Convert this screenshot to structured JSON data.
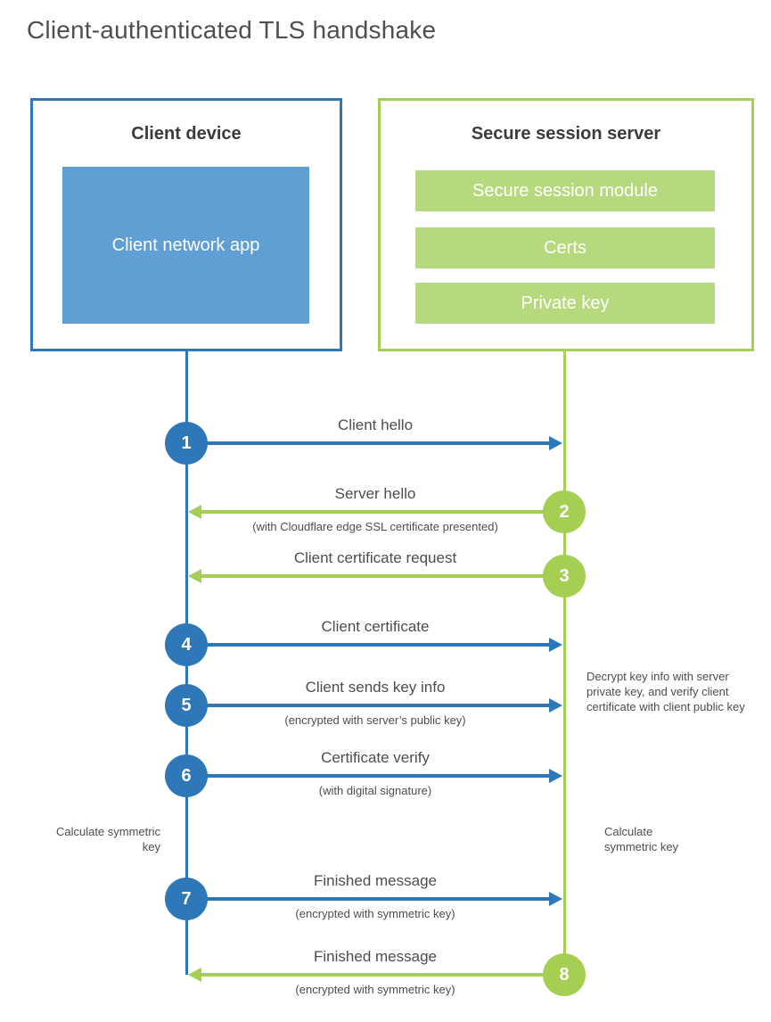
{
  "title": "Client-authenticated TLS handshake",
  "colors": {
    "blue": "#2e77b8",
    "blue-light": "#5f9fd4",
    "green": "#a5cf52",
    "green-light": "#b7d97e",
    "text": "#4d4d4d"
  },
  "client_box": {
    "title": "Client device",
    "app_label": "Client network app"
  },
  "server_box": {
    "title": "Secure session server",
    "modules": [
      "Secure session module",
      "Certs",
      "Private key"
    ]
  },
  "steps": [
    {
      "num": "1",
      "label": "Client hello",
      "sub": "",
      "from": "client",
      "direction": "right"
    },
    {
      "num": "2",
      "label": "Server hello",
      "sub": "(with Cloudflare edge SSL certificate presented)",
      "from": "server",
      "direction": "left"
    },
    {
      "num": "3",
      "label": "Client certificate request",
      "sub": "",
      "from": "server",
      "direction": "left"
    },
    {
      "num": "4",
      "label": "Client certificate",
      "sub": "",
      "from": "client",
      "direction": "right"
    },
    {
      "num": "5",
      "label": "Client sends key info",
      "sub": "(encrypted with server’s public key)",
      "from": "client",
      "direction": "right"
    },
    {
      "num": "6",
      "label": "Certificate verify",
      "sub": "(with digital signature)",
      "from": "client",
      "direction": "right"
    },
    {
      "num": "7",
      "label": "Finished message",
      "sub": "(encrypted with symmetric key)",
      "from": "client",
      "direction": "right"
    },
    {
      "num": "8",
      "label": "Finished message",
      "sub": "(encrypted with symmetric key)",
      "from": "server",
      "direction": "left"
    }
  ],
  "annotations": {
    "server_note": "Decrypt key info with server private key, and verify client certificate with client public key",
    "client_calc": "Calculate symmetric key",
    "server_calc": "Calculate symmetric key"
  }
}
